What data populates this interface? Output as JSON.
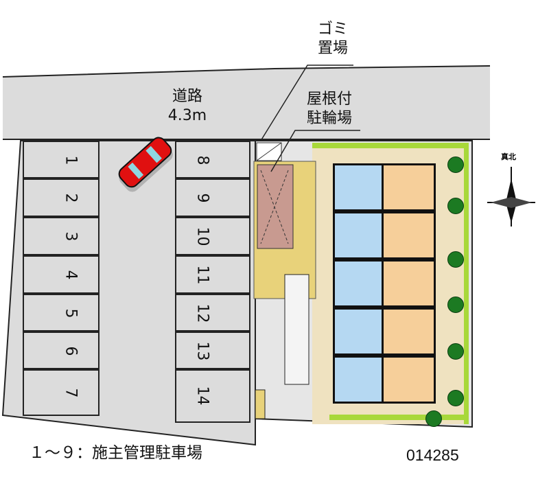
{
  "road": {
    "label": "道路",
    "width": "4.3m"
  },
  "callouts": {
    "garbage": {
      "line1": "ゴミ",
      "line2": "置場"
    },
    "bicycle": {
      "line1": "屋根付",
      "line2": "駐輪場"
    }
  },
  "parking": {
    "left_spots": [
      "1",
      "2",
      "3",
      "4",
      "5",
      "6",
      "7"
    ],
    "right_spots": [
      "8",
      "9",
      "10",
      "11",
      "12",
      "13",
      "14"
    ]
  },
  "compass": {
    "label": "真北"
  },
  "footer": {
    "note": "１～９：施主管理駐車場",
    "code": "014285"
  },
  "colors": {
    "road": "#dcdcdc",
    "car": "#e01010",
    "unit_wet": "#b5d8f2",
    "unit_room": "#f6cf9a",
    "garden": "#efe2c0",
    "brick": "#e8d27a",
    "bike_shelter": "#c89a90",
    "hedge": "#a8d83a",
    "tree": "#1c7a22"
  }
}
